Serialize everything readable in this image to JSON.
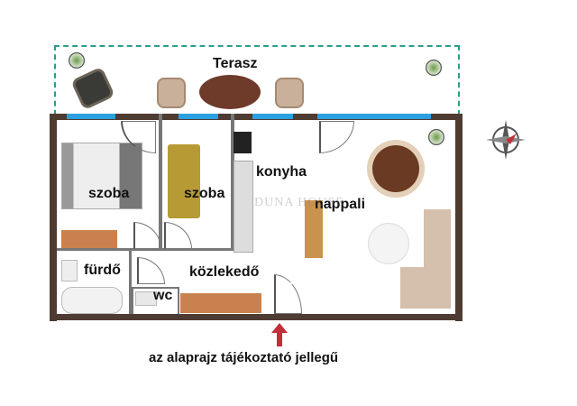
{
  "rooms": {
    "terrace": "Terasz",
    "bedroom1": "szoba",
    "bedroom2": "szoba",
    "kitchen": "konyha",
    "living": "nappali",
    "bathroom": "fürdő",
    "toilet": "wc",
    "hallway": "közlekedő"
  },
  "watermark": "DUNA HOUSE",
  "caption": "az alaprajz tájékoztató jellegű",
  "colors": {
    "wall": "#4e3b31",
    "window": "#2aa0e0",
    "terrace_border": "#2a9d8f",
    "arrow": "#c0303a"
  }
}
